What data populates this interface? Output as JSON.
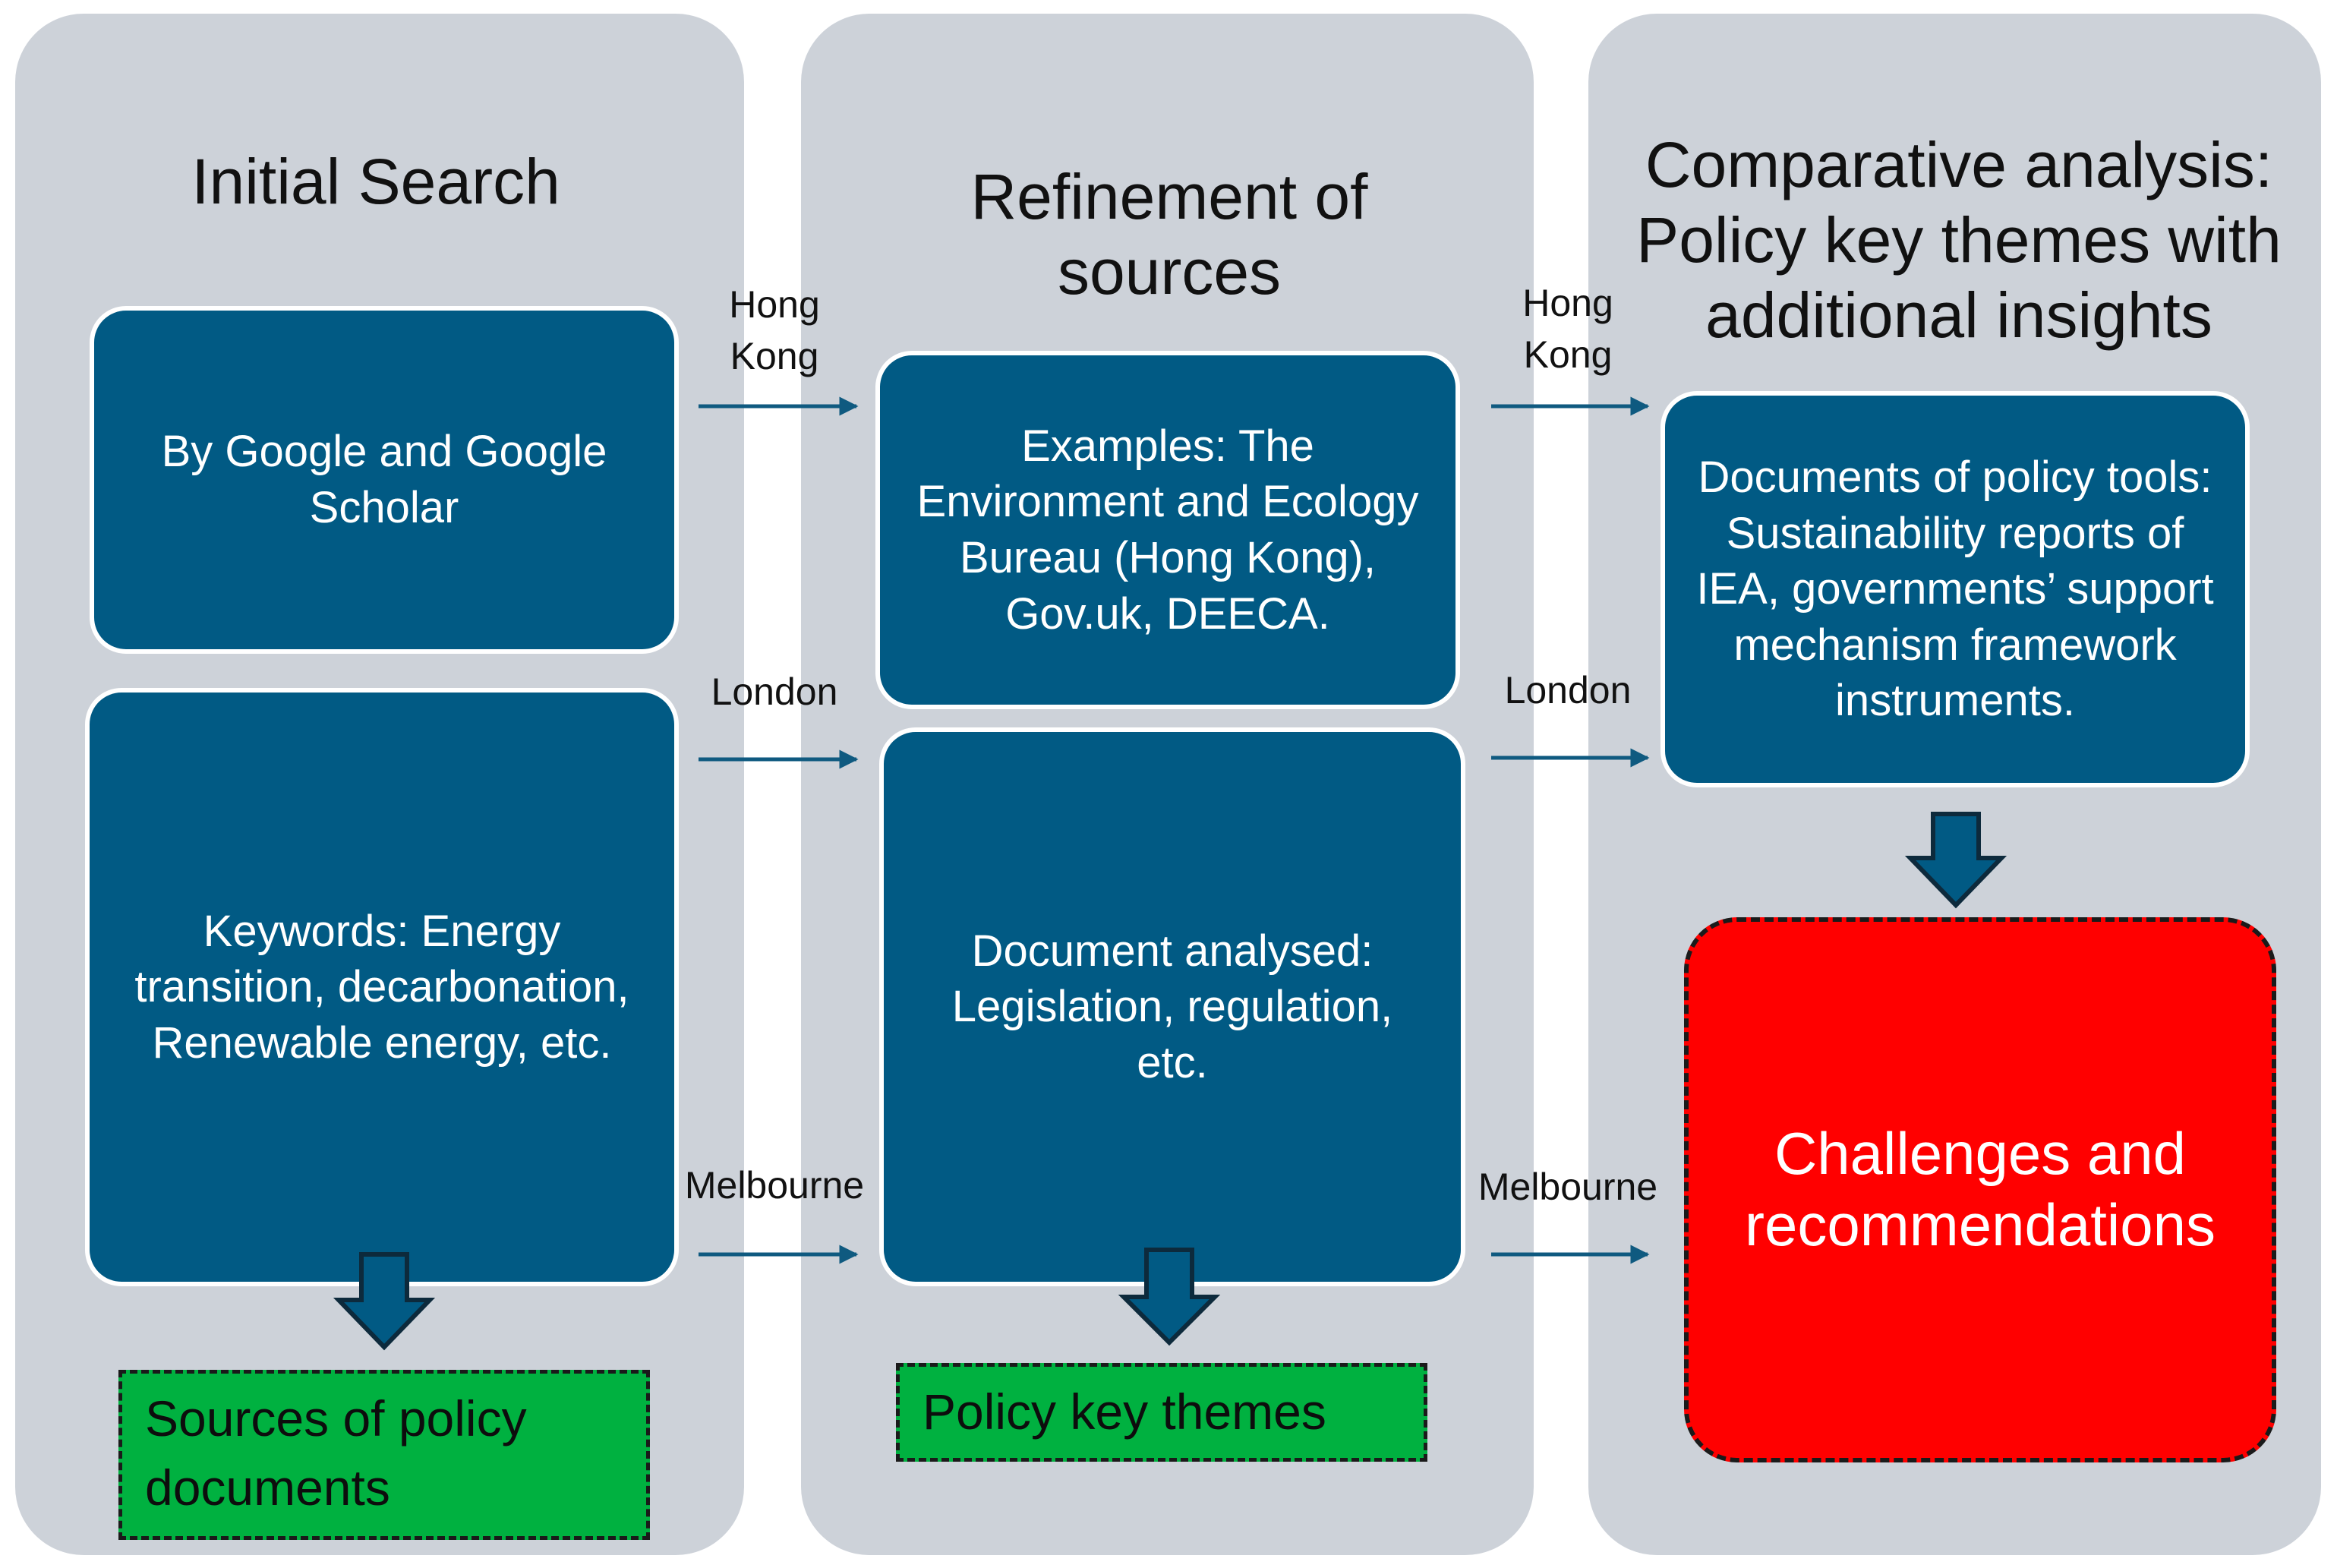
{
  "columns": [
    {
      "title": "Initial Search"
    },
    {
      "title": "Refinement of sources"
    },
    {
      "title": "Comparative analysis: Policy key themes with additional insights"
    }
  ],
  "boxes": {
    "google": "By Google and Google Scholar",
    "keywords": "Keywords: Energy transition, decarbonation, Renewable energy, etc.",
    "examples": "Examples: The Environment and Ecology Bureau  (Hong Kong), Gov.uk, DEECA.",
    "documents_analysed": "Document analysed: Legislation, regulation, etc.",
    "policy_tools": "Documents of policy tools: Sustainability reports of IEA, governments’ support mechanism framework instruments."
  },
  "outputs": {
    "sources": "Sources of policy documents",
    "themes": "Policy key themes",
    "challenges": "Challenges and recommendations"
  },
  "cities": {
    "hong_kong": "Hong Kong",
    "london": "London",
    "melbourne": "Melbourne"
  },
  "colors": {
    "column_bg": "#cdd2d9",
    "box_fill": "#015a84",
    "green_output": "#00b140",
    "red_output": "#ff0000",
    "arrow": "#0f5a80"
  }
}
